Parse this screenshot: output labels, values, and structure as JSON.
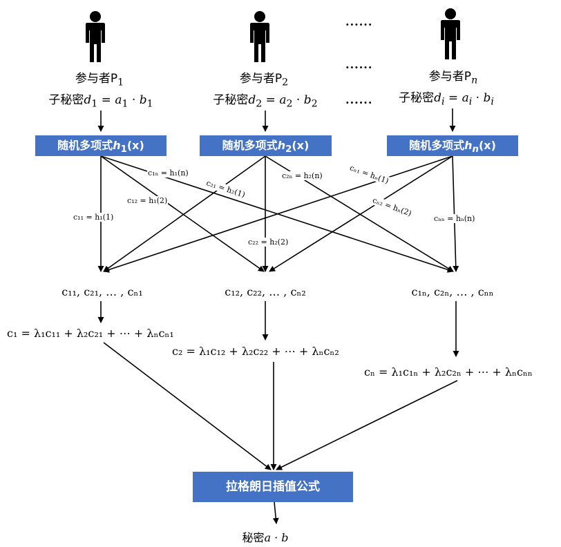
{
  "participants": [
    {
      "label_prefix": "参与者P",
      "label_sub": "1",
      "share_prefix": "子秘密",
      "d": "d",
      "d_sub": "1",
      "a": "a",
      "a_sub": "1",
      "b": "b",
      "b_sub": "1"
    },
    {
      "label_prefix": "参与者P",
      "label_sub": "2",
      "share_prefix": "子秘密",
      "d": "d",
      "d_sub": "2",
      "a": "a",
      "a_sub": "2",
      "b": "b",
      "b_sub": "2"
    },
    {
      "label_prefix": "参与者P",
      "label_sub": "n",
      "share_prefix": "子秘密",
      "d": "d",
      "d_sub": "i",
      "a": "a",
      "a_sub": "i",
      "b": "b",
      "b_sub": "i"
    }
  ],
  "ellipsis": "......",
  "polynomials": [
    {
      "prefix": "随机多项式",
      "h": "h",
      "sub": "1",
      "arg": "(x)"
    },
    {
      "prefix": "随机多项式",
      "h": "h",
      "sub": "2",
      "arg": "(x)"
    },
    {
      "prefix": "随机多项式",
      "h": "h",
      "sub": "n",
      "arg": "(x)"
    }
  ],
  "edge_labels": {
    "c11": "c₁₁ = h₁(1)",
    "c1n": "c₁ₙ = h₁(n)",
    "c12": "c₁₂ = h₁(2)",
    "c21": "c₂₁ = h₂(1)",
    "c2n": "c₂ₙ = h₂(n)",
    "c22": "c₂₂ = h₂(2)",
    "cn1": "cₙ₁ = hₙ(1)",
    "cn2": "cₙ₂ = hₙ(2)",
    "cnn": "cₙₙ = hₙ(n)"
  },
  "share_lists": [
    "c₁₁, c₂₁, … , cₙ₁",
    "c₁₂, c₂₂, … , cₙ₂",
    "c₁ₙ, c₂ₙ, … , cₙₙ"
  ],
  "combinations": [
    "c₁ = λ₁c₁₁ + λ₂c₂₁ + ⋯ + λₙcₙ₁",
    "c₂ = λ₁c₁₂ + λ₂c₂₂ + ⋯ + λₙcₙ₂",
    "cₙ = λ₁c₁ₙ + λ₂c₂ₙ + ⋯ + λₙcₙₙ"
  ],
  "lagrange_label": "拉格朗日插值公式",
  "final_secret_prefix": "秘密",
  "final_secret_expr": "a · b"
}
